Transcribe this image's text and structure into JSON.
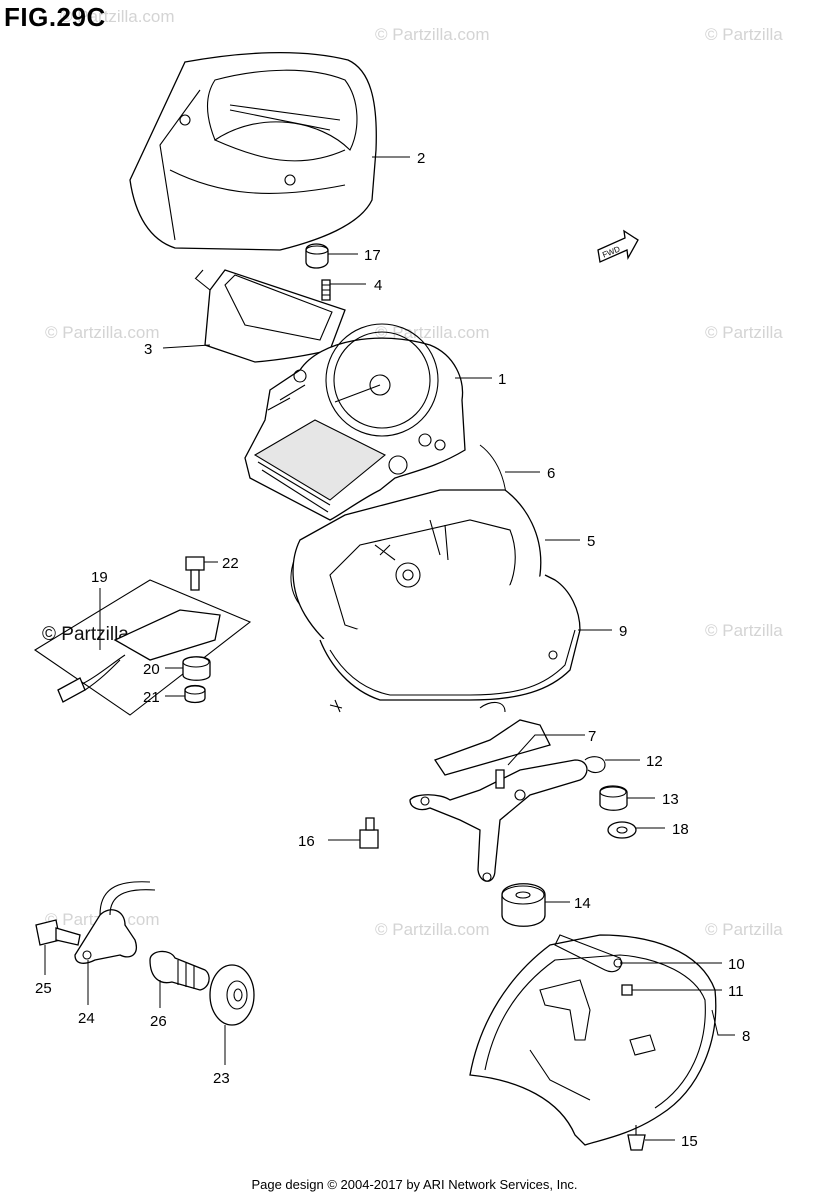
{
  "figure": {
    "title": "FIG.29C"
  },
  "watermark": {
    "text": "© Partzilla",
    "text_com": "© Partzilla.com"
  },
  "fwd_label": "FWD",
  "callouts": [
    {
      "id": "c1",
      "label": "1"
    },
    {
      "id": "c2",
      "label": "2"
    },
    {
      "id": "c3",
      "label": "3"
    },
    {
      "id": "c4",
      "label": "4"
    },
    {
      "id": "c5",
      "label": "5"
    },
    {
      "id": "c6",
      "label": "6"
    },
    {
      "id": "c7",
      "label": "7"
    },
    {
      "id": "c8",
      "label": "8"
    },
    {
      "id": "c9",
      "label": "9"
    },
    {
      "id": "c10",
      "label": "10"
    },
    {
      "id": "c11",
      "label": "11"
    },
    {
      "id": "c12",
      "label": "12"
    },
    {
      "id": "c13",
      "label": "13"
    },
    {
      "id": "c14",
      "label": "14"
    },
    {
      "id": "c15",
      "label": "15"
    },
    {
      "id": "c16",
      "label": "16"
    },
    {
      "id": "c17",
      "label": "17"
    },
    {
      "id": "c18",
      "label": "18"
    },
    {
      "id": "c19",
      "label": "19"
    },
    {
      "id": "c20",
      "label": "20"
    },
    {
      "id": "c21",
      "label": "21"
    },
    {
      "id": "c22",
      "label": "22"
    },
    {
      "id": "c23",
      "label": "23"
    },
    {
      "id": "c24",
      "label": "24"
    },
    {
      "id": "c25",
      "label": "25"
    },
    {
      "id": "c26",
      "label": "26"
    }
  ],
  "footer": {
    "text": "Page design © 2004-2017 by ARI Network Services, Inc."
  }
}
